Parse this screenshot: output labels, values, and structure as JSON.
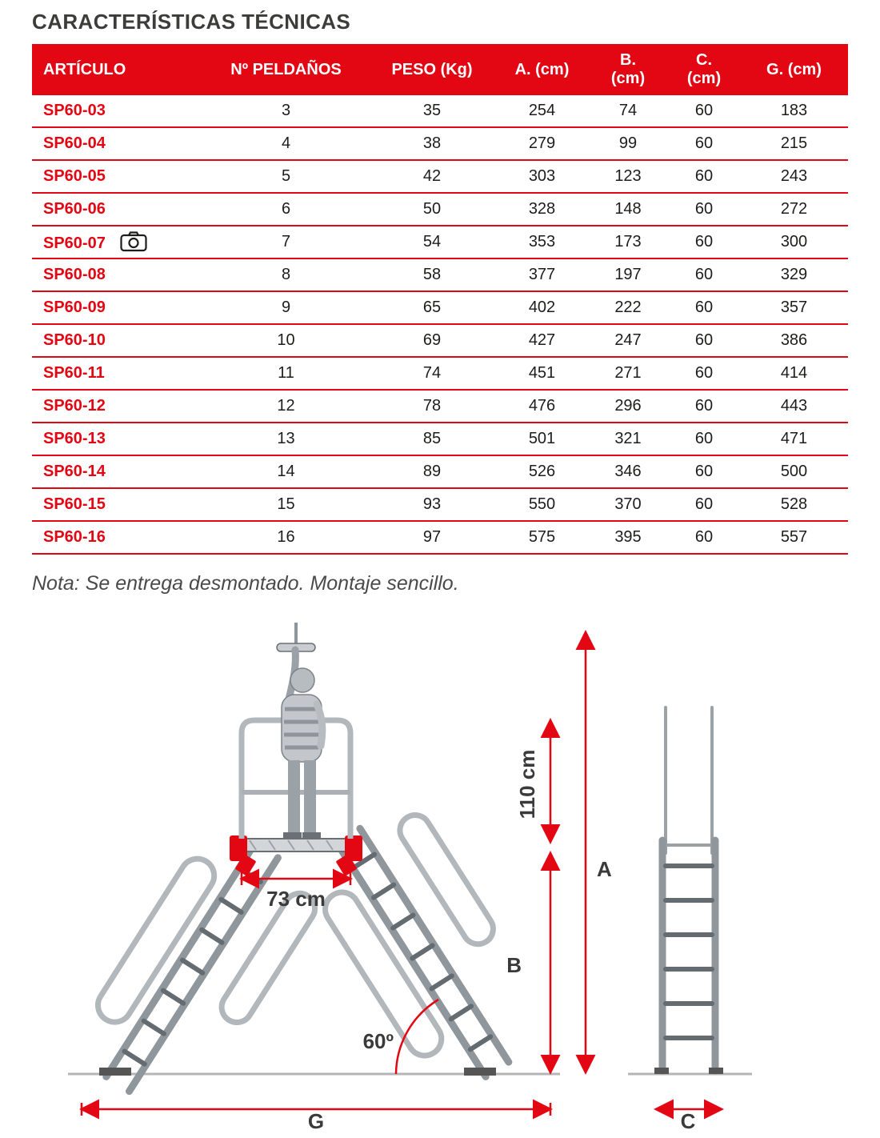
{
  "page": {
    "title": "CARACTERÍSTICAS TÉCNICAS",
    "note": "Nota: Se entrega desmontado. Montaje sencillo."
  },
  "table": {
    "headers": [
      "ARTÍCULO",
      "Nº PELDAÑOS",
      "PESO (Kg)",
      "A. (cm)",
      "B.\n(cm)",
      "C.\n(cm)",
      "G. (cm)"
    ],
    "rows": [
      {
        "articulo": "SP60-03",
        "peldanos": "3",
        "peso": "35",
        "a": "254",
        "b": "74",
        "c": "60",
        "g": "183",
        "camera": false
      },
      {
        "articulo": "SP60-04",
        "peldanos": "4",
        "peso": "38",
        "a": "279",
        "b": "99",
        "c": "60",
        "g": "215",
        "camera": false
      },
      {
        "articulo": "SP60-05",
        "peldanos": "5",
        "peso": "42",
        "a": "303",
        "b": "123",
        "c": "60",
        "g": "243",
        "camera": false
      },
      {
        "articulo": "SP60-06",
        "peldanos": "6",
        "peso": "50",
        "a": "328",
        "b": "148",
        "c": "60",
        "g": "272",
        "camera": false
      },
      {
        "articulo": "SP60-07",
        "peldanos": "7",
        "peso": "54",
        "a": "353",
        "b": "173",
        "c": "60",
        "g": "300",
        "camera": true
      },
      {
        "articulo": "SP60-08",
        "peldanos": "8",
        "peso": "58",
        "a": "377",
        "b": "197",
        "c": "60",
        "g": "329",
        "camera": false
      },
      {
        "articulo": "SP60-09",
        "peldanos": "9",
        "peso": "65",
        "a": "402",
        "b": "222",
        "c": "60",
        "g": "357",
        "camera": false
      },
      {
        "articulo": "SP60-10",
        "peldanos": "10",
        "peso": "69",
        "a": "427",
        "b": "247",
        "c": "60",
        "g": "386",
        "camera": false
      },
      {
        "articulo": "SP60-11",
        "peldanos": "11",
        "peso": "74",
        "a": "451",
        "b": "271",
        "c": "60",
        "g": "414",
        "camera": false
      },
      {
        "articulo": "SP60-12",
        "peldanos": "12",
        "peso": "78",
        "a": "476",
        "b": "296",
        "c": "60",
        "g": "443",
        "camera": false
      },
      {
        "articulo": "SP60-13",
        "peldanos": "13",
        "peso": "85",
        "a": "501",
        "b": "321",
        "c": "60",
        "g": "471",
        "camera": false
      },
      {
        "articulo": "SP60-14",
        "peldanos": "14",
        "peso": "89",
        "a": "526",
        "b": "346",
        "c": "60",
        "g": "500",
        "camera": false
      },
      {
        "articulo": "SP60-15",
        "peldanos": "15",
        "peso": "93",
        "a": "550",
        "b": "370",
        "c": "60",
        "g": "528",
        "camera": false
      },
      {
        "articulo": "SP60-16",
        "peldanos": "16",
        "peso": "97",
        "a": "575",
        "b": "395",
        "c": "60",
        "g": "557",
        "camera": false
      }
    ]
  },
  "diagram": {
    "labels": {
      "height_upper": "110 cm",
      "dim_a": "A",
      "dim_b": "B",
      "platform_width": "73 cm",
      "angle": "60º",
      "dim_g": "G",
      "dim_c": "C"
    },
    "colors": {
      "accent": "#e30613",
      "steel": "#9aa1a7",
      "text": "#3a3a3b"
    }
  }
}
